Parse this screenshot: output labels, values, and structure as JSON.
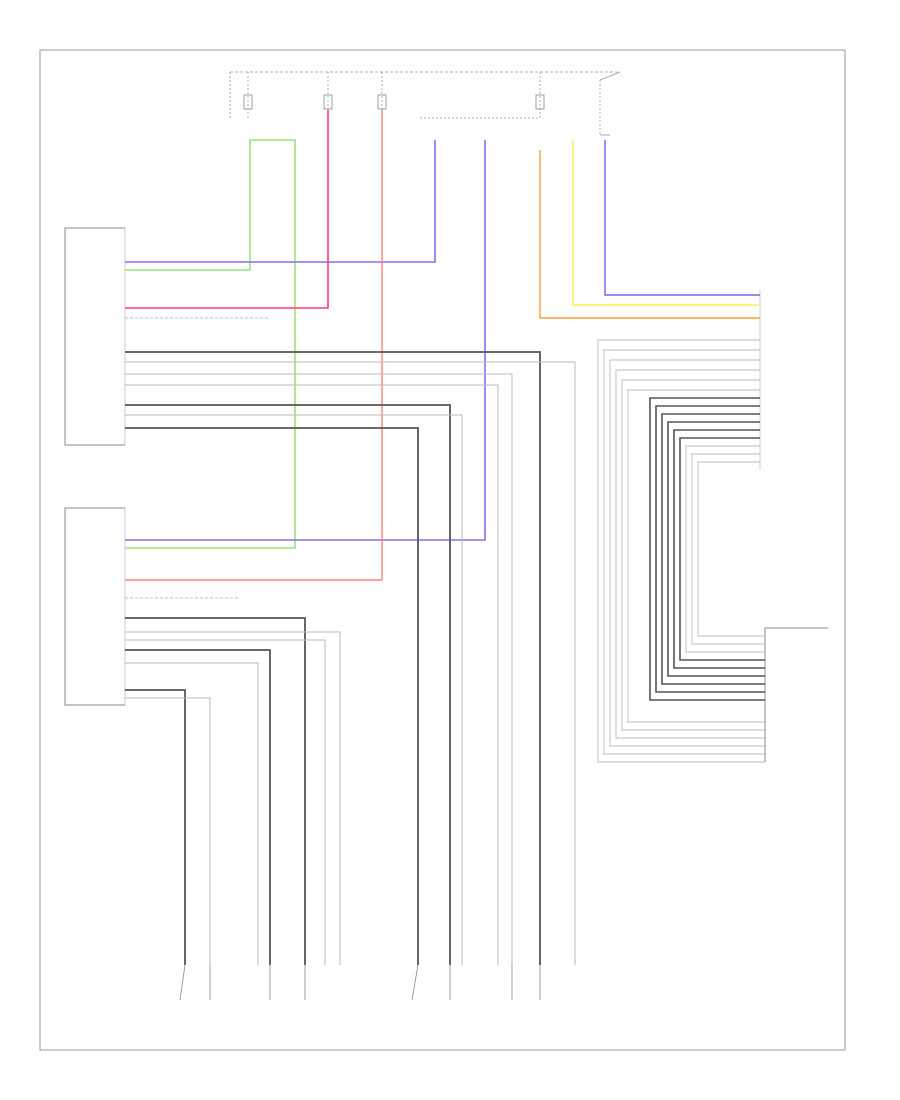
{
  "diagram": {
    "type": "wiring-diagram",
    "footer_code": "",
    "wire_colors": {
      "green": "#9be37a",
      "purple": "#8c6cf0",
      "pink": "#ff3d7d",
      "red": "#ff6a6a",
      "orange": "#ff9a3c",
      "yellow": "#f4f05a",
      "blue": "#6a6af0",
      "black": "#444444",
      "gray": "#b8b8b8"
    },
    "modules": [
      {
        "id": "passenger-seat-module",
        "lines": [
          "",
          "",
          "",
          "",
          ""
        ]
      },
      {
        "id": "driver-seat-module",
        "lines": [
          "",
          "",
          "",
          "",
          ""
        ]
      },
      {
        "id": "right-connector-module-upper",
        "lines": [
          "",
          "",
          "",
          ""
        ]
      },
      {
        "id": "right-connector-module-lower",
        "lines": [
          "",
          ""
        ]
      }
    ],
    "components": [
      {
        "id": "driver-seat-cushion-heater",
        "lines": [
          "",
          "",
          ""
        ]
      },
      {
        "id": "driver-seat-backrest-heater",
        "lines": [
          "",
          "",
          ""
        ]
      },
      {
        "id": "passenger-seat-cushion-heater",
        "lines": [
          "",
          "",
          ""
        ]
      },
      {
        "id": "passenger-seat-backrest-heater",
        "lines": [
          "",
          "",
          "",
          ""
        ]
      }
    ]
  }
}
